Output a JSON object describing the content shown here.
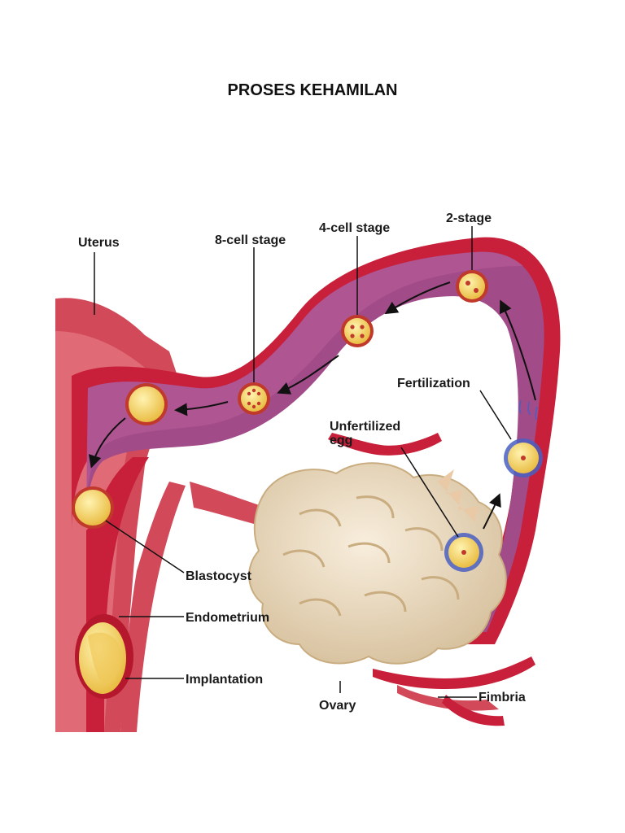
{
  "page": {
    "title": "PROSES KEHAMILAN"
  },
  "diagram": {
    "labels": {
      "uterus": "Uterus",
      "eight_cell": "8-cell stage",
      "four_cell": "4-cell stage",
      "two_stage": "2-stage",
      "fertilization": "Fertilization",
      "unfertilized_1": "Unfertilized",
      "unfertilized_2": "egg",
      "blastocyst": "Blastocyst",
      "endometrium": "Endometrium",
      "implantation": "Implantation",
      "ovary": "Ovary",
      "fimbria": "Fimbria"
    },
    "colors": {
      "tube_wall": "#c8203a",
      "tube_lumen": "#a14b88",
      "tissue": "#d9505f",
      "ovary": "#ecdcc0",
      "cell": "#f3d56a",
      "nucleus": "#c0392b",
      "sperm": "#4a5fc1"
    }
  }
}
